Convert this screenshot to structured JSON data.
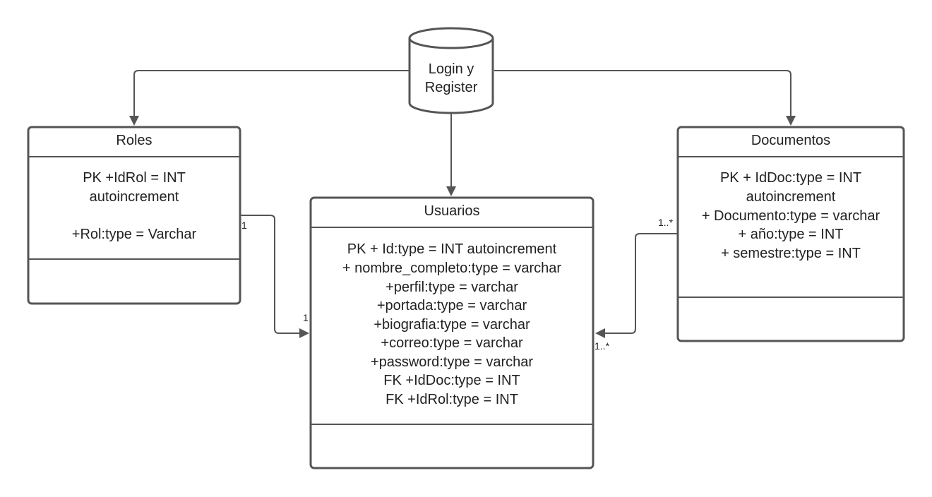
{
  "database": {
    "line1": "Login y",
    "line2": "Register"
  },
  "roles": {
    "title": "Roles",
    "attr1": "PK +IdRol = INT",
    "attr2": "autoincrement",
    "attr3": "+Rol:type = Varchar"
  },
  "usuarios": {
    "title": "Usuarios",
    "attrs": [
      "PK + Id:type = INT autoincrement",
      "+ nombre_completo:type = varchar",
      "+perfil:type = varchar",
      "+portada:type = varchar",
      "+biografia:type = varchar",
      "+correo:type = varchar",
      "+password:type = varchar",
      "FK +IdDoc:type = INT",
      "FK +IdRol:type = INT"
    ]
  },
  "documentos": {
    "title": "Documentos",
    "attrs": [
      "PK + IdDoc:type = INT",
      "autoincrement",
      "+ Documento:type = varchar",
      "+ año:type = INT",
      "+ semestre:type = INT"
    ]
  },
  "multiplicities": {
    "roles_side": "1",
    "usuarios_left": "1",
    "documentos_side": "1..*",
    "usuarios_right": "1..*"
  }
}
